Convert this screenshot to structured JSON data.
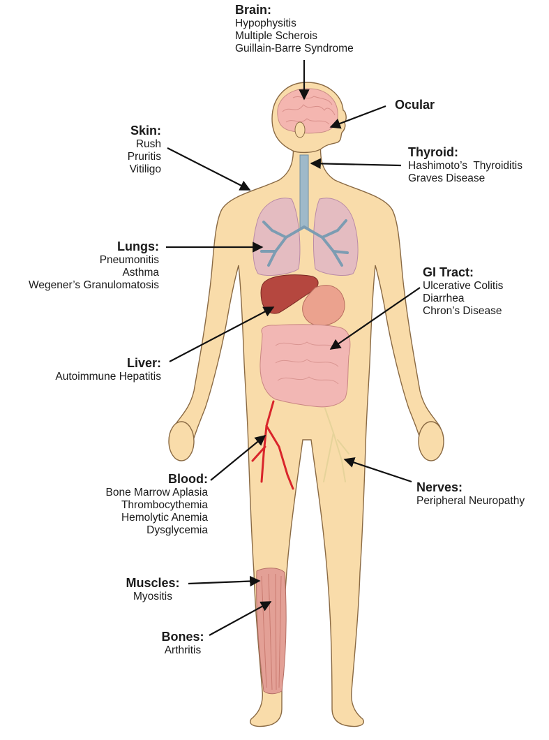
{
  "labels": {
    "brain": {
      "title": "Brain:",
      "items": [
        "Hypophysitis",
        "Multiple Scherois",
        "Guillain-Barre Syndrome"
      ]
    },
    "ocular": {
      "title": "Ocular",
      "items": []
    },
    "skin": {
      "title": "Skin:",
      "items": [
        "Rush",
        "Pruritis",
        "Vitiligo"
      ]
    },
    "thyroid": {
      "title": "Thyroid:",
      "items": [
        "Hashimoto’s  Thyroiditis",
        "Graves Disease"
      ]
    },
    "lungs": {
      "title": "Lungs:",
      "items": [
        "Pneumonitis",
        "Asthma",
        "Wegener’s Granulomatosis"
      ]
    },
    "gi": {
      "title": "GI Tract:",
      "items": [
        "Ulcerative Colitis",
        "Diarrhea",
        "Chron’s Disease"
      ]
    },
    "liver": {
      "title": "Liver:",
      "items": [
        "Autoimmune Hepatitis"
      ]
    },
    "blood": {
      "title": "Blood:",
      "items": [
        "Bone Marrow Aplasia",
        "Thrombocythemia",
        "Hemolytic Anemia",
        "Dysglycemia"
      ]
    },
    "nerves": {
      "title": "Nerves:",
      "items": [
        "Peripheral Neuropathy"
      ]
    },
    "muscles": {
      "title": "Muscles:",
      "items": [
        "Myositis"
      ]
    },
    "bones": {
      "title": "Bones:",
      "items": [
        "Arthritis"
      ]
    }
  },
  "colors": {
    "skin": "#f9dcaa",
    "skin_outline": "#8a6a44",
    "brain": "#f4b6b0",
    "lungs": "#dcb2c8",
    "liver": "#b5473f",
    "intestine": "#f2b7b4",
    "blood_vessel": "#d9252b",
    "nerve": "#e6d39a",
    "muscle": "#e3a096",
    "trachea": "#9fb9c9",
    "arrow": "#111111"
  }
}
